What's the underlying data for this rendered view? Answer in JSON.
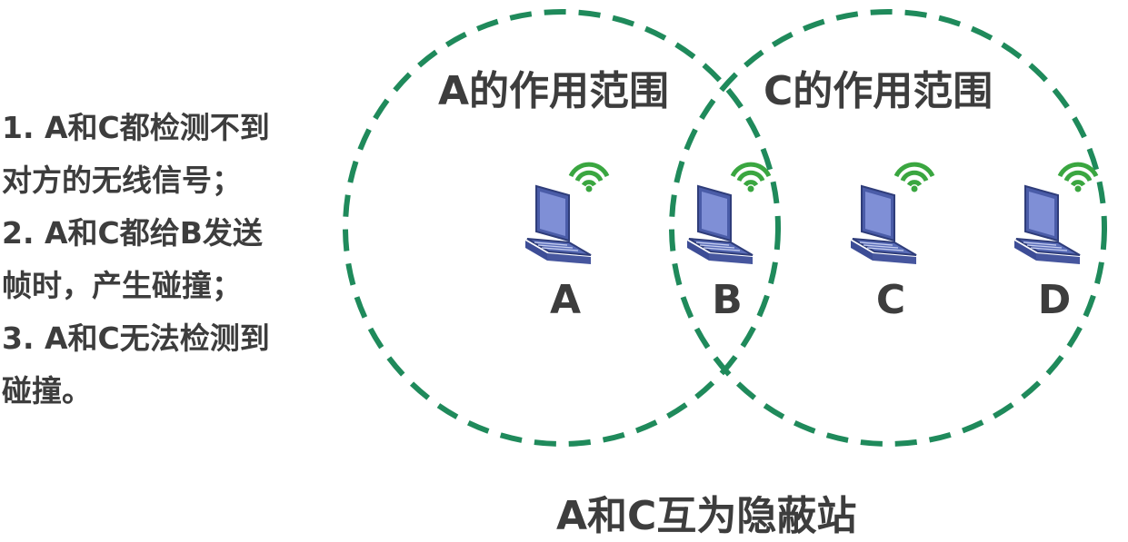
{
  "notes": [
    "1. A和C都检测不到",
    "对方的无线信号；",
    "2. A和C都给B发送",
    "帧时，产生碰撞；",
    "3. A和C无法检测到",
    "碰撞。"
  ],
  "ranges": {
    "a_label": "A的作用范围",
    "c_label": "C的作用范围",
    "circle_color": "#1f8a5b"
  },
  "nodes": [
    {
      "label": "A",
      "icon": "laptop-wifi-icon"
    },
    {
      "label": "B",
      "icon": "laptop-wifi-icon"
    },
    {
      "label": "C",
      "icon": "laptop-wifi-icon"
    },
    {
      "label": "D",
      "icon": "laptop-wifi-icon"
    }
  ],
  "caption": "A和C互为隐蔽站",
  "colors": {
    "laptop": "#5a6db8",
    "wifi": "#3aa640"
  }
}
